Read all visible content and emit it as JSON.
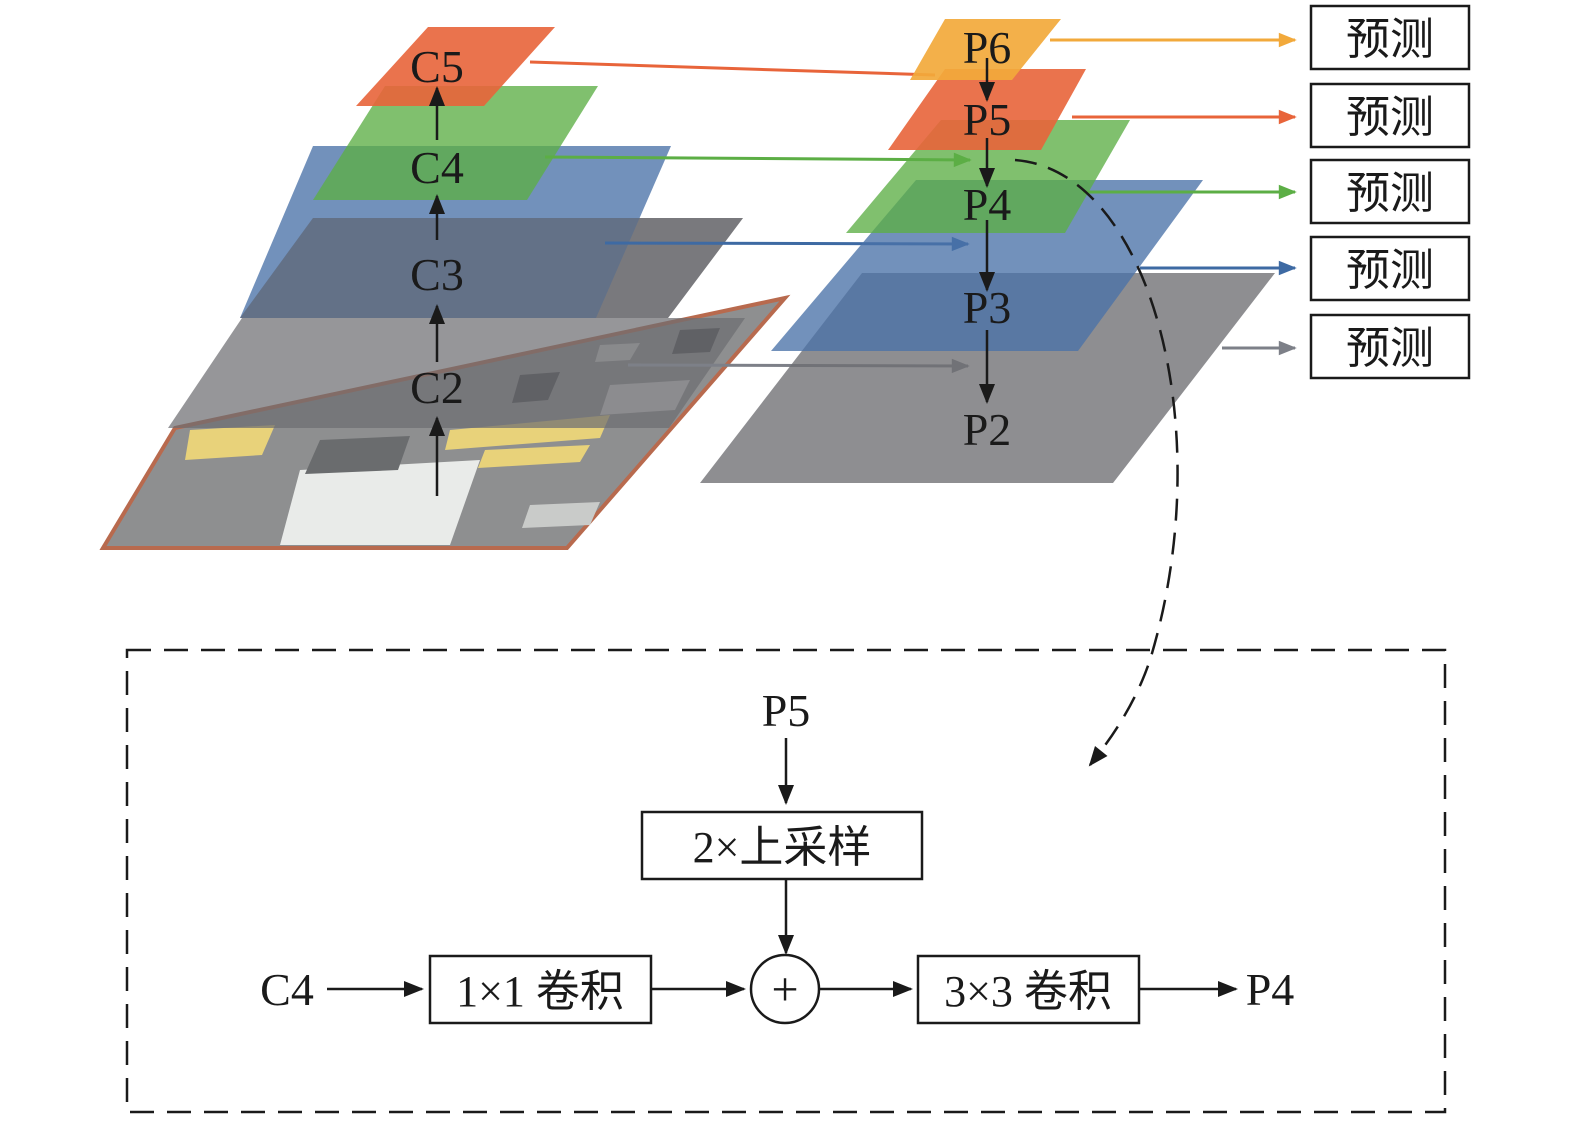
{
  "backbone": {
    "labels": {
      "c5": "C5",
      "c4": "C4",
      "c3": "C3",
      "c2": "C2"
    }
  },
  "pyramid": {
    "labels": {
      "p6": "P6",
      "p5": "P5",
      "p4": "P4",
      "p3": "P3",
      "p2": "P2"
    }
  },
  "predictions": [
    "预测",
    "预测",
    "预测",
    "预测",
    "预测"
  ],
  "detail": {
    "input_top": "P5",
    "upsample": "2×上采样",
    "input_left": "C4",
    "conv1": "1×1 卷积",
    "add_symbol": "+",
    "conv3": "3×3 卷积",
    "output": "P4"
  },
  "colors": {
    "c5_orange": "#e8643a",
    "green": "#5cae45",
    "blue": "#4a72a8",
    "gray": "#6e6e72",
    "p6_yellow": "#f2a93b",
    "arrow_yellow": "#f2a93b",
    "arrow_orange": "#e8643a",
    "arrow_green": "#5cae45",
    "arrow_blue": "#3e6aa3",
    "arrow_gray": "#7d8088",
    "line": "#1a1a1a"
  }
}
